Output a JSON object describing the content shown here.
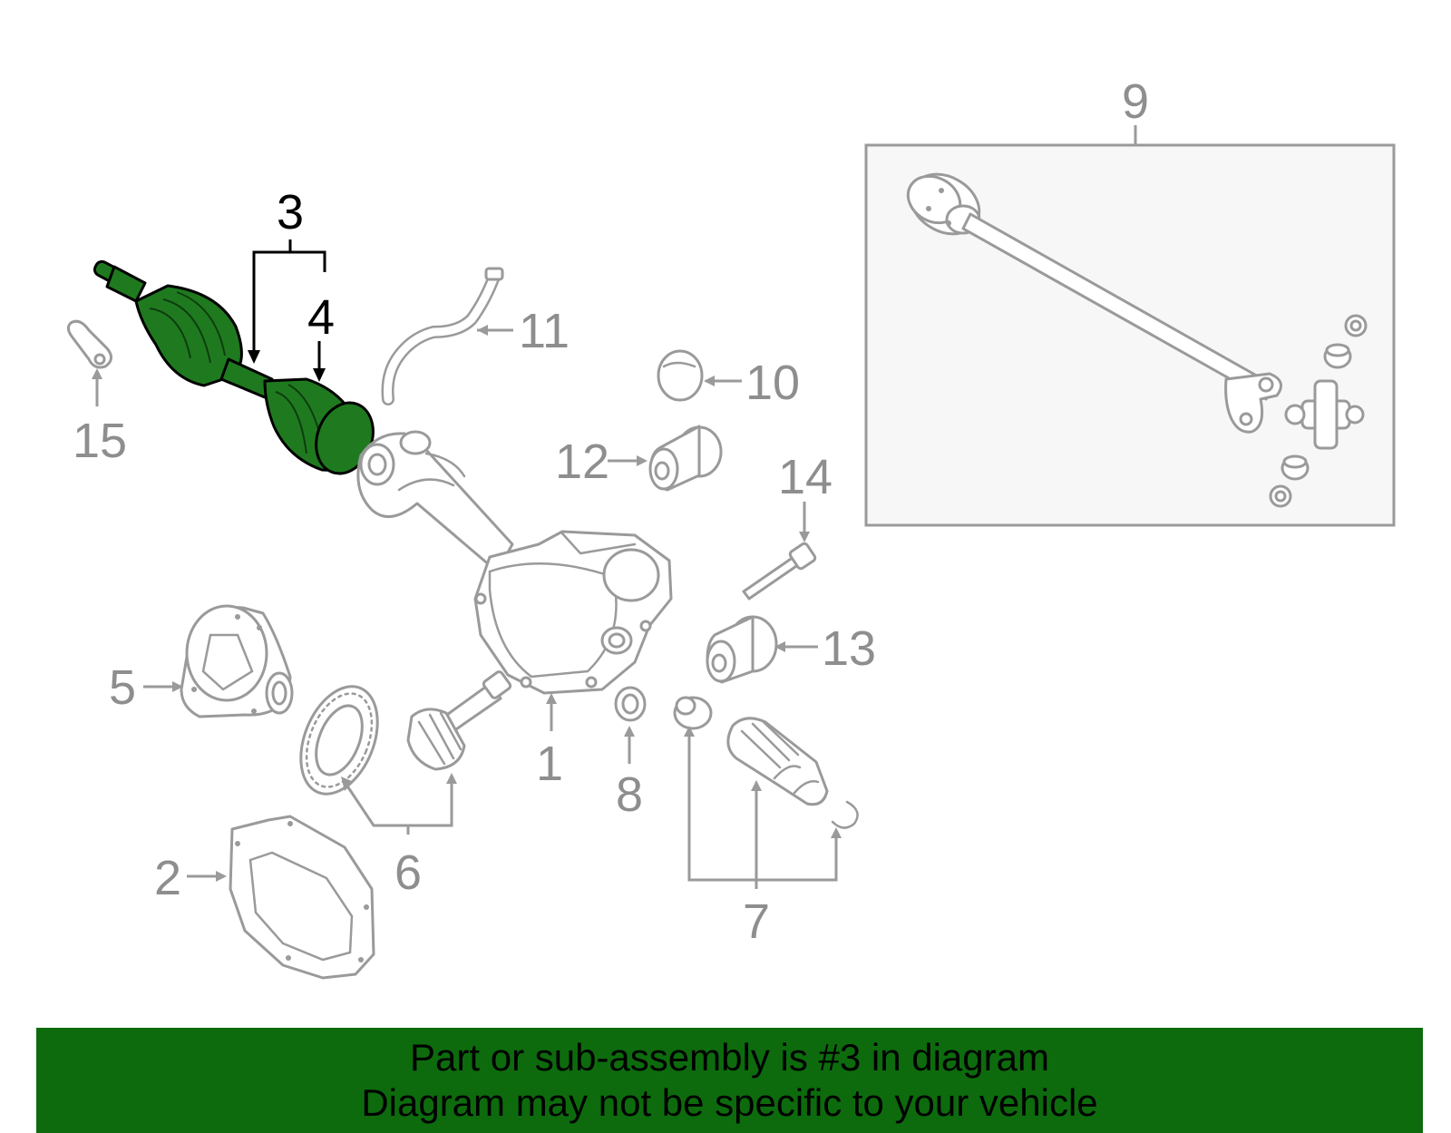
{
  "callouts": {
    "c1": "1",
    "c2": "2",
    "c3": "3",
    "c4": "4",
    "c5": "5",
    "c6": "6",
    "c7": "7",
    "c8": "8",
    "c9": "9",
    "c10": "10",
    "c11": "11",
    "c12": "12",
    "c13": "13",
    "c14": "14",
    "c15": "15"
  },
  "highlight": {
    "part_number": "3",
    "color": "#1f7a1f"
  },
  "banner": {
    "line1": "Part or sub-assembly is #3 in diagram",
    "line2": "Diagram may not be specific to your vehicle",
    "background": "#0d6b0d"
  }
}
